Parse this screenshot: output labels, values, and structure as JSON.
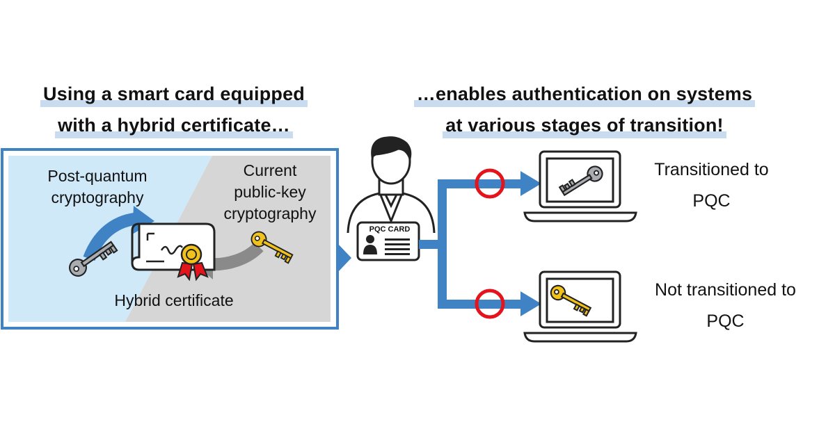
{
  "heading_left": {
    "line1": "Using a smart card equipped",
    "line2": "with a hybrid certificate…"
  },
  "heading_right": {
    "line1": "…enables authentication on systems",
    "line2": "at various stages of transition!"
  },
  "left_panel": {
    "pqc_label": "Post-quantum\ncryptography",
    "current_label": "Current\npublic-key\ncryptography",
    "certificate_label": "Hybrid certificate"
  },
  "card": {
    "title": "PQC CARD"
  },
  "systems": [
    {
      "label": "Transitioned to\nPQC",
      "key_style": "gray"
    },
    {
      "label": "Not transitioned to\nPQC",
      "key_style": "gold"
    }
  ],
  "colors": {
    "accent_blue": "#3f83c4",
    "pqc_bg": "#cfe9f9",
    "current_bg": "#d6d6d6",
    "gray_key": "#a9acb0",
    "gold_key": "#f1c21b",
    "success_ring": "#e3141b",
    "heading_highlight": "#c9dcef"
  }
}
